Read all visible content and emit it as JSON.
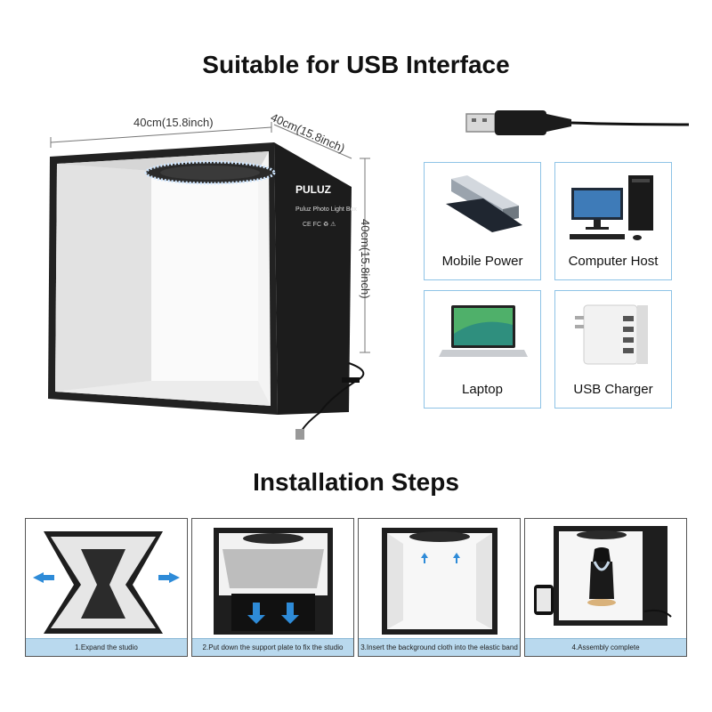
{
  "headings": {
    "usb": "Suitable for USB Interface",
    "steps": "Installation Steps"
  },
  "product": {
    "width_label": "40cm(15.8inch)",
    "depth_label": "40cm(15.8inch)",
    "height_label": "40cm(15.8inch)",
    "brand": "PULUZ",
    "model": "Puluz Photo Light Box",
    "marks": "CE FC ♻ ⚠"
  },
  "devices": [
    {
      "label": "Mobile Power",
      "icon": "power-bank-icon"
    },
    {
      "label": "Computer Host",
      "icon": "desktop-computer-icon"
    },
    {
      "label": "Laptop",
      "icon": "laptop-icon"
    },
    {
      "label": "USB Charger",
      "icon": "usb-charger-icon"
    }
  ],
  "steps": [
    {
      "caption": "1.Expand the studio"
    },
    {
      "caption": "2.Put down the support plate to fix the studio"
    },
    {
      "caption": "3.Insert the background cloth into the elastic band"
    },
    {
      "caption": "4.Assembly complete"
    }
  ],
  "colors": {
    "card_border": "#8ec3e6",
    "caption_bg": "#b9d9ee",
    "arrow_blue": "#2e8bd8",
    "box_black": "#1a1a1a"
  }
}
